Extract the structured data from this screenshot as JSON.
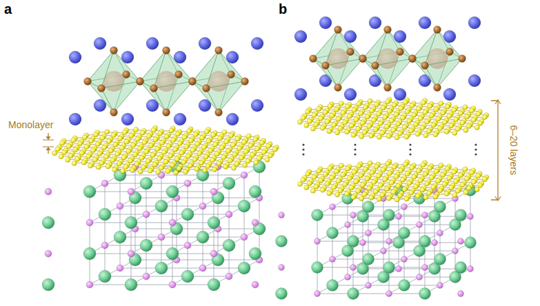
{
  "diagram": {
    "labels": [
      "a",
      "b",
      "Monolayer",
      "6–20 layers"
    ]
  }
}
